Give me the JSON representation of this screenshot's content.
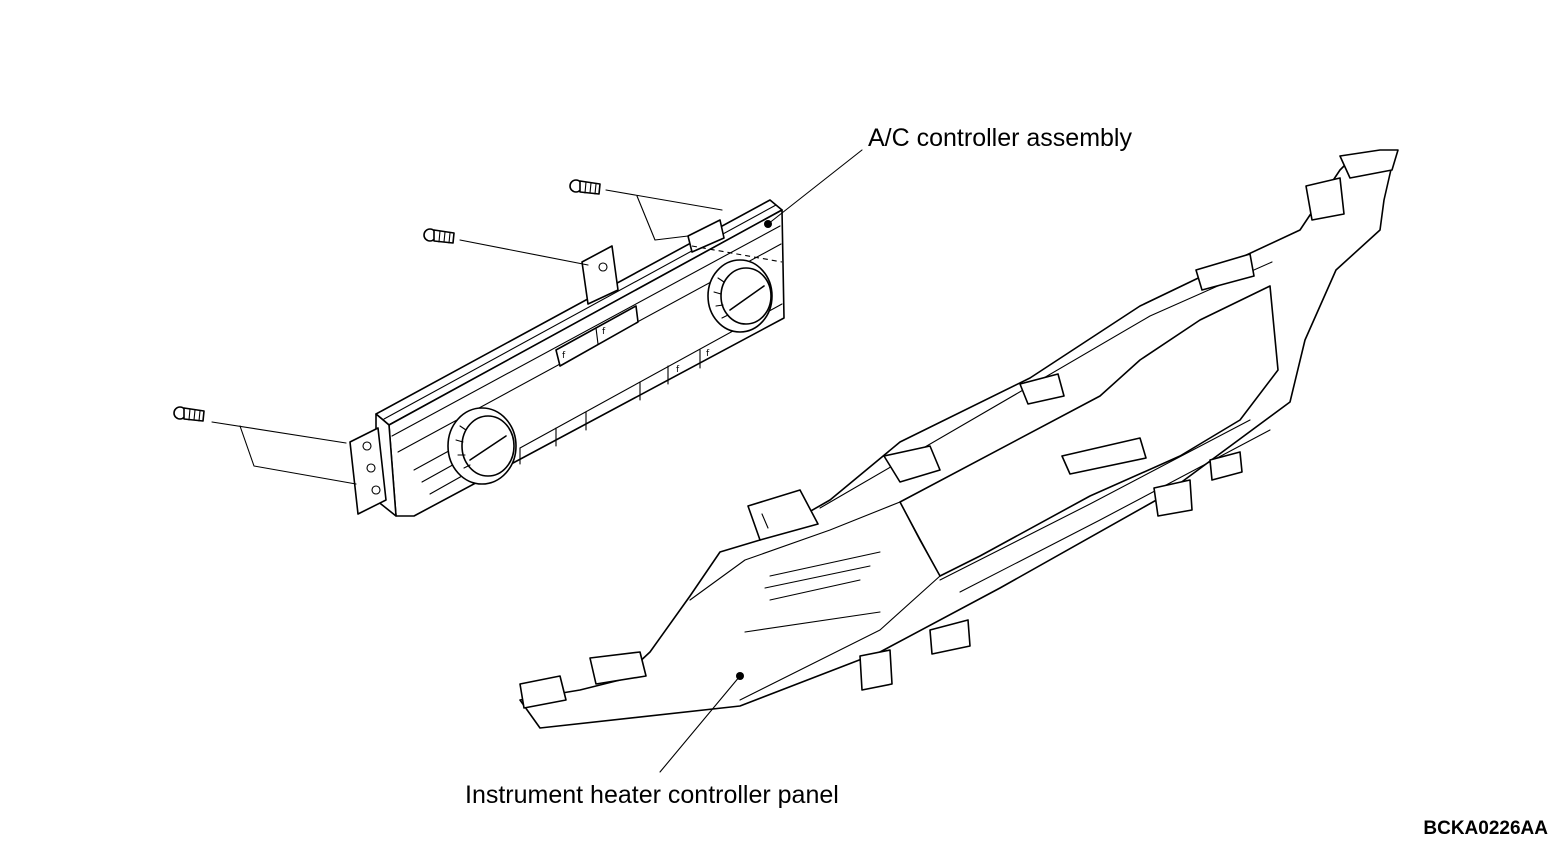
{
  "callouts": {
    "ac_controller": "A/C controller assembly",
    "heater_panel": "Instrument heater controller panel"
  },
  "figure_code": "BCKA0226AA"
}
